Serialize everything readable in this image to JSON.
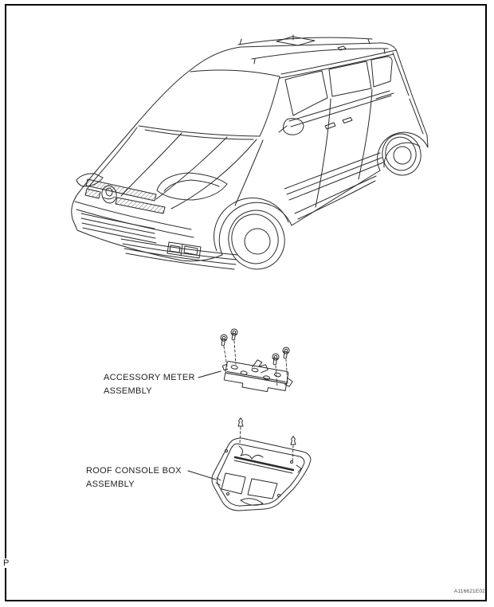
{
  "page": {
    "background": "#ffffff",
    "frame_color": "#000000",
    "line_color": "#2b2b2b",
    "page_marker": "P",
    "figure_code": "A116621E02"
  },
  "callouts": {
    "accessory_meter": {
      "line1": "ACCESSORY METER",
      "line2": "ASSEMBLY"
    },
    "roof_console": {
      "line1": "ROOF CONSOLE BOX",
      "line2": "ASSEMBLY"
    }
  },
  "illustrations": {
    "vehicle": "minivan-front-three-quarter-line-drawing",
    "accessory_meter_part": "accessory-meter-assembly-with-mounting-screws",
    "roof_console_part": "roof-console-box-assembly-with-clips",
    "screw_count": 4,
    "clip_count": 2
  }
}
